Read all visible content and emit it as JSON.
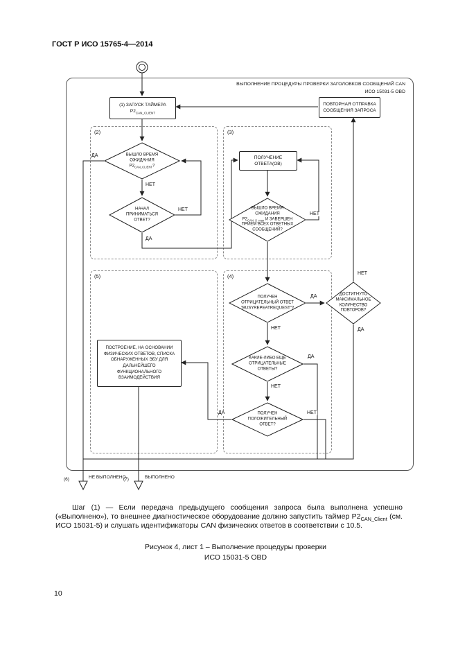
{
  "page": {
    "header": "ГОСТ Р ИСО 15765-4—2014",
    "page_number": "10"
  },
  "diagram": {
    "title_line1": "ВЫПОЛНЕНИЕ ПРОЦЕДУРЫ ПРОВЕРКИ ЗАГОЛОВКОВ СООБЩЕНИЙ CAN",
    "title_line2": "ИСО 15031-5 OBD",
    "start_box": {
      "line1": "(1) ЗАПУСК ТАЙМЕРА",
      "p2": "P2",
      "sub": "CAN_CLIENT"
    },
    "retry_box": {
      "text": "ПОВТОРНАЯ ОТПРАВКА\nСООБЩЕНИЯ ЗАПРОСА"
    },
    "regions": {
      "r2": "(2)",
      "r3": "(3)",
      "r4": "(4)",
      "r5": "(5)"
    },
    "d_timeout": {
      "l1": "ВЫШЛО ВРЕМЯ",
      "l2": "ОЖИДАНИЯ",
      "p2": "P2",
      "sub": "CAN_CLIENT",
      "tail": "?"
    },
    "d_started": {
      "text": "НАЧАЛ\nПРИНИМАТЬСЯ\nОТВЕТ?"
    },
    "receive_box": {
      "text": "ПОЛУЧЕНИЕ\nОТВЕТА(ОВ)"
    },
    "d_alldone": {
      "l1": "ВЫШЛО ВРЕМЯ",
      "l2": "ОЖИДАНИЯ",
      "p2": "P2",
      "sub": "CAN_S_max",
      "tail": " И ЗАВЕРШЕН",
      "l4": "ПРИЕМ ВСЕХ ОТВЕТНЫХ",
      "l5": "СООБЩЕНИЙ?"
    },
    "build_box": {
      "text": "ПОСТРОЕНИЕ, НА ОСНОВАНИИ\nФИЗИЧЕСКИХ ОТВЕТОВ, СПИСКА\nОБНАРУЖЕННЫХ ЭБУ ДЛЯ\nДАЛЬНЕЙШЕГО\nФУНКЦИОНАЛЬНОГО\nВЗАИМОДЕЙСТВИЯ"
    },
    "d_busy": {
      "text": "ПОЛУЧЕН\nОТРИЦАТЕЛЬНЫЙ ОТВЕТ\n\"BUSYREPEATREQUEST\"?"
    },
    "d_maxrepeat": {
      "text": "ДОСТИГНУТО\nМАКСИМАЛЬНОЕ\nКОЛИЧЕСТВО\nПОВТОРОВ?"
    },
    "d_othernegative": {
      "text": "КАКИЕ-ЛИБО ЕЩЕ\nОТРИЦАТЕЛЬНЫЕ\nОТВЕТЫ?"
    },
    "d_positive": {
      "text": "ПОЛУЧЕН\nПОЛОЖИТЕЛЬНЫЙ\nОТВЕТ?"
    },
    "labels": {
      "yes": "ДА",
      "no": "НЕТ"
    },
    "exits": {
      "n6": "(6)",
      "n6_label": "НЕ ВЫПОЛНЕНО",
      "n7": "(7)",
      "n7_label": "ВЫПОЛНЕНО"
    }
  },
  "paragraph": {
    "part1": "Шаг (1) — Если передача предыдущего сообщения запроса была выполнена успешно («Выполнено»), то внешнее диагностическое оборудование должно запустить таймер ",
    "p2": "P2",
    "sub": "CAN_Client",
    "part2": " (см. ИСО 15031-5) и слушать идентификаторы CAN физических ответов в соответствии с 10.5."
  },
  "caption": {
    "line1": "Рисунок 4, лист 1 – Выполнение процедуры проверки",
    "line2": "ИСО 15031-5 OBD"
  }
}
